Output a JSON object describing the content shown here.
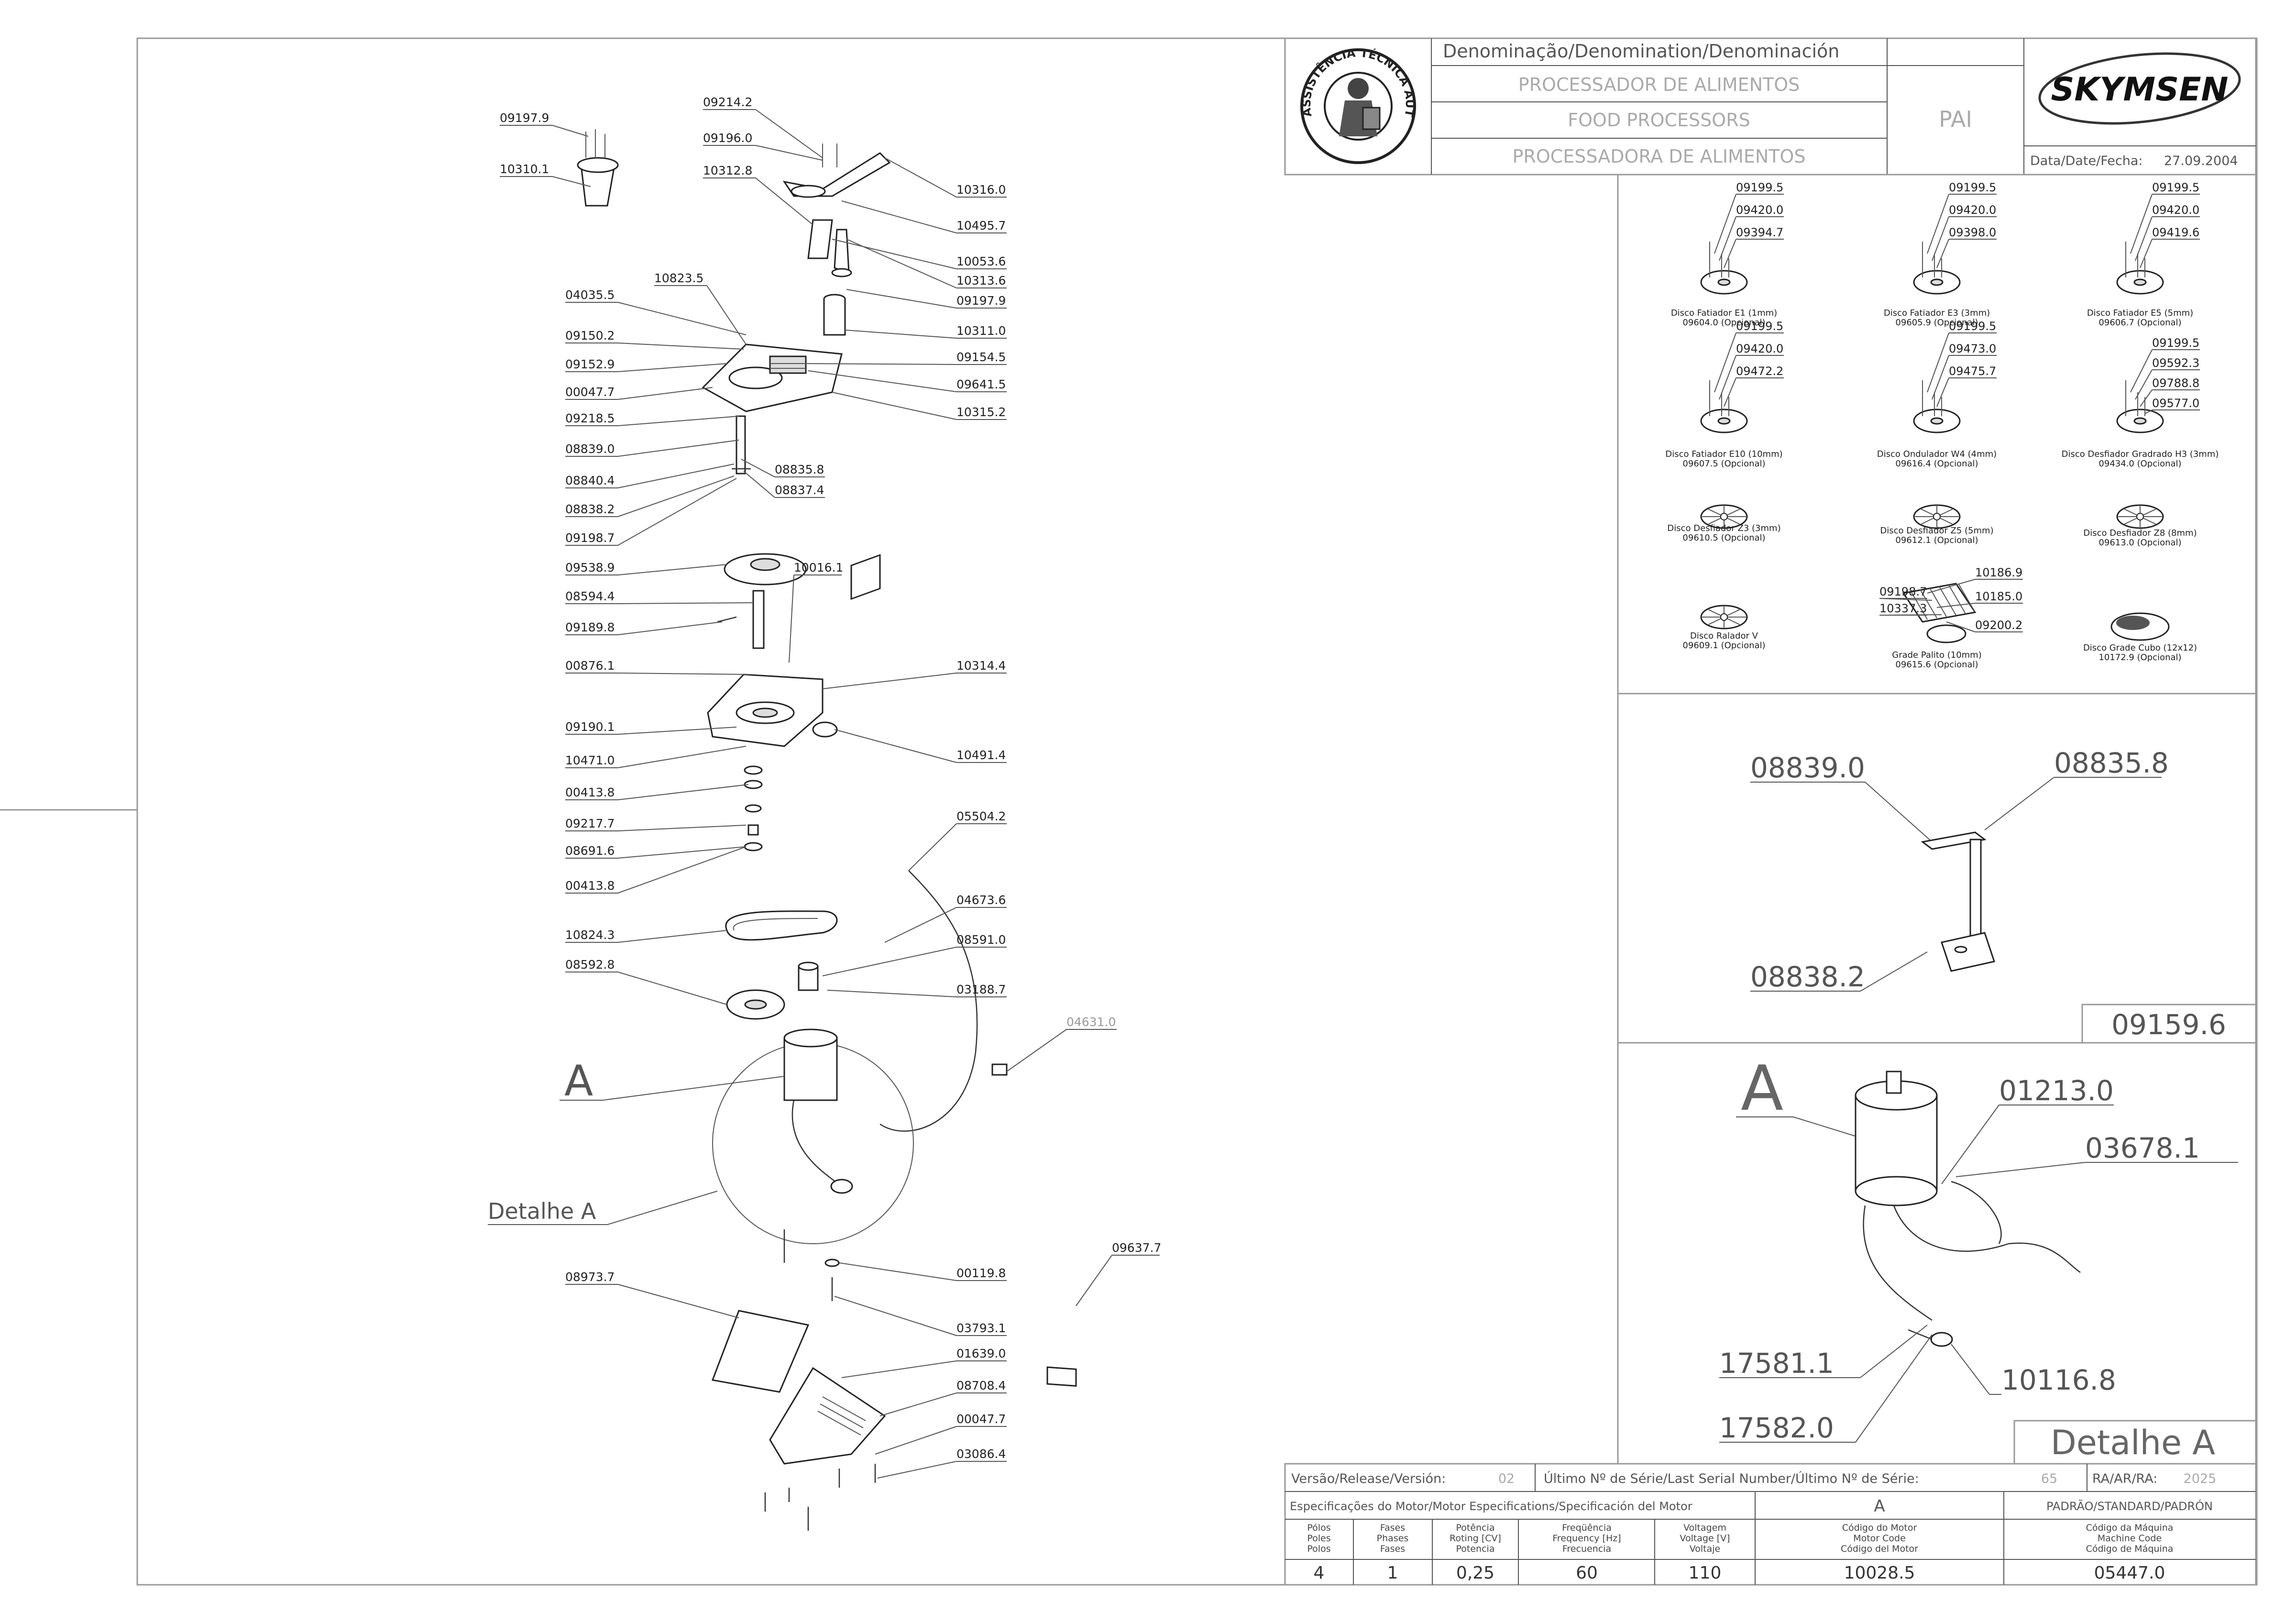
{
  "header": {
    "denomination_title": "Denominação/Denomination/Denominación",
    "name_pt": "PROCESSADOR DE ALIMENTOS",
    "name_en": "FOOD PROCESSORS",
    "name_es": "PROCESSADORA DE ALIMENTOS",
    "model": "PAI",
    "brand": "SKYMSEN",
    "date_label": "Data/Date/Fecha:",
    "date_value": "27.09.2004",
    "seal_text": "ASSISTÊNCIA TÉCNICA AUTORIZADA"
  },
  "main_labels": [
    {
      "id": "l01",
      "text": "09197.9"
    },
    {
      "id": "l02",
      "text": "10310.1"
    },
    {
      "id": "l03",
      "text": "09214.2"
    },
    {
      "id": "l04",
      "text": "09196.0"
    },
    {
      "id": "l05",
      "text": "10312.8"
    },
    {
      "id": "l06",
      "text": "10316.0"
    },
    {
      "id": "l07",
      "text": "10495.7"
    },
    {
      "id": "l08",
      "text": "10053.6"
    },
    {
      "id": "l09",
      "text": "10313.6"
    },
    {
      "id": "l10",
      "text": "09197.9"
    },
    {
      "id": "l11",
      "text": "10823.5"
    },
    {
      "id": "l12",
      "text": "04035.5"
    },
    {
      "id": "l13",
      "text": "10311.0"
    },
    {
      "id": "l14",
      "text": "09150.2"
    },
    {
      "id": "l15",
      "text": "09154.5"
    },
    {
      "id": "l16",
      "text": "09152.9"
    },
    {
      "id": "l17",
      "text": "09641.5"
    },
    {
      "id": "l18",
      "text": "00047.7"
    },
    {
      "id": "l19",
      "text": "10315.2"
    },
    {
      "id": "l20",
      "text": "09218.5"
    },
    {
      "id": "l21",
      "text": "08839.0"
    },
    {
      "id": "l22",
      "text": "08835.8"
    },
    {
      "id": "l23",
      "text": "08840.4"
    },
    {
      "id": "l24",
      "text": "08837.4"
    },
    {
      "id": "l25",
      "text": "08838.2"
    },
    {
      "id": "l26",
      "text": "09198.7"
    },
    {
      "id": "l27",
      "text": "09538.9"
    },
    {
      "id": "l28",
      "text": "10016.1"
    },
    {
      "id": "l29",
      "text": "08594.4"
    },
    {
      "id": "l30",
      "text": "09189.8"
    },
    {
      "id": "l31",
      "text": "00876.1"
    },
    {
      "id": "l32",
      "text": "10314.4"
    },
    {
      "id": "l33",
      "text": "09190.1"
    },
    {
      "id": "l34",
      "text": "10491.4"
    },
    {
      "id": "l35",
      "text": "10471.0"
    },
    {
      "id": "l36",
      "text": "00413.8"
    },
    {
      "id": "l37",
      "text": "09217.7"
    },
    {
      "id": "l38",
      "text": "05504.2"
    },
    {
      "id": "l39",
      "text": "08691.6"
    },
    {
      "id": "l40",
      "text": "00413.8"
    },
    {
      "id": "l41",
      "text": "04673.6"
    },
    {
      "id": "l42",
      "text": "10824.3"
    },
    {
      "id": "l43",
      "text": "08591.0"
    },
    {
      "id": "l44",
      "text": "08592.8"
    },
    {
      "id": "l45",
      "text": "03188.7"
    },
    {
      "id": "l46",
      "text": "04631.0",
      "grey": true
    },
    {
      "id": "l47",
      "text": "09637.7"
    },
    {
      "id": "l48",
      "text": "00119.8"
    },
    {
      "id": "l49",
      "text": "08973.7"
    },
    {
      "id": "l50",
      "text": "03793.1"
    },
    {
      "id": "l51",
      "text": "01639.0"
    },
    {
      "id": "l52",
      "text": "08708.4"
    },
    {
      "id": "l53",
      "text": "00047.7"
    },
    {
      "id": "l54",
      "text": "03086.4"
    }
  ],
  "detail_a_big": "A",
  "detail_a_caption": "Detalhe A",
  "discs": [
    {
      "labels": [
        "09199.5",
        "09420.0",
        "09394.7"
      ],
      "caption1": "Disco Fatiador E1 (1mm)",
      "caption2": "09604.0 (Opcional)"
    },
    {
      "labels": [
        "09199.5",
        "09420.0",
        "09398.0"
      ],
      "caption1": "Disco Fatiador E3 (3mm)",
      "caption2": "09605.9 (Opcional)"
    },
    {
      "labels": [
        "09199.5",
        "09420.0",
        "09419.6"
      ],
      "caption1": "Disco Fatiador E5 (5mm)",
      "caption2": "09606.7 (Opcional)"
    },
    {
      "labels": [
        "09199.5",
        "09420.0",
        "09472.2"
      ],
      "caption1": "Disco Fatiador E10 (10mm)",
      "caption2": "09607.5 (Opcional)"
    },
    {
      "labels": [
        "09199.5",
        "09473.0",
        "09475.7"
      ],
      "caption1": "Disco Ondulador W4 (4mm)",
      "caption2": "09616.4 (Opcional)"
    },
    {
      "labels": [
        "09199.5",
        "09592.3",
        "09788.8",
        "09577.0"
      ],
      "caption1": "Disco Desfiador Gradrado H3 (3mm)",
      "caption2": "09434.0 (Opcional)"
    },
    {
      "labels": [],
      "caption1": "Disco Desfiador Z3 (3mm)",
      "caption2": "09610.5 (Opcional)"
    },
    {
      "labels": [],
      "caption1": "Disco Desfiador Z5 (5mm)",
      "caption2": "09612.1 (Opcional)"
    },
    {
      "labels": [],
      "caption1": "Disco Desfiador Z8 (8mm)",
      "caption2": "09613.0 (Opcional)"
    },
    {
      "labels": [],
      "caption1": "Disco Ralador V",
      "caption2": "09609.1 (Opcional)"
    },
    {
      "labels": [
        "10186.9",
        "09198.7",
        "10185.0",
        "10337.3",
        "09200.2"
      ],
      "caption1": "Grade Palito (10mm)",
      "caption2": "09615.6 (Opcional)"
    },
    {
      "labels": [],
      "caption1": "Disco Grade Cubo (12x12)",
      "caption2": "10172.9 (Opcional)"
    }
  ],
  "bracket_detail": {
    "l1": "08839.0",
    "l2": "08835.8",
    "l3": "08838.2",
    "code": "09159.6"
  },
  "motor_detail": {
    "big": "A",
    "l1": "01213.0",
    "l2": "03678.1",
    "l3": "17581.1",
    "l4": "10116.8",
    "l5": "17582.0",
    "caption": "Detalhe A"
  },
  "title_block": {
    "version_label": "Versão/Release/Versión:",
    "version_value": "02",
    "serial_label": "Último Nº de Série/Last Serial Number/Último Nº de Série:",
    "serial_value": "65",
    "ra_label": "RA/AR/RA:",
    "ra_value": "2025",
    "motor_spec_label": "Especificações do Motor/Motor Especifications/Specificación del Motor",
    "motor_letter": "A",
    "standard_label": "PADRÃO/STANDARD/PADRÓN",
    "cols": [
      {
        "h": [
          "Pólos",
          "Poles",
          "Polos"
        ],
        "v": "4"
      },
      {
        "h": [
          "Fases",
          "Phases",
          "Fases"
        ],
        "v": "1"
      },
      {
        "h": [
          "Potência",
          "Roting [CV]",
          "Potencia"
        ],
        "v": "0,25"
      },
      {
        "h": [
          "Freqüência",
          "Frequency [Hz]",
          "Frecuencia"
        ],
        "v": "60"
      },
      {
        "h": [
          "Voltagem",
          "Voltage [V]",
          "Voltaje"
        ],
        "v": "110"
      },
      {
        "h": [
          "Código do Motor",
          "Motor Code",
          "Código del Motor"
        ],
        "v": "10028.5"
      },
      {
        "h": [
          "Código da Máquina",
          "Machine Code",
          "Código de Máquina"
        ],
        "v": "05447.0"
      }
    ]
  }
}
